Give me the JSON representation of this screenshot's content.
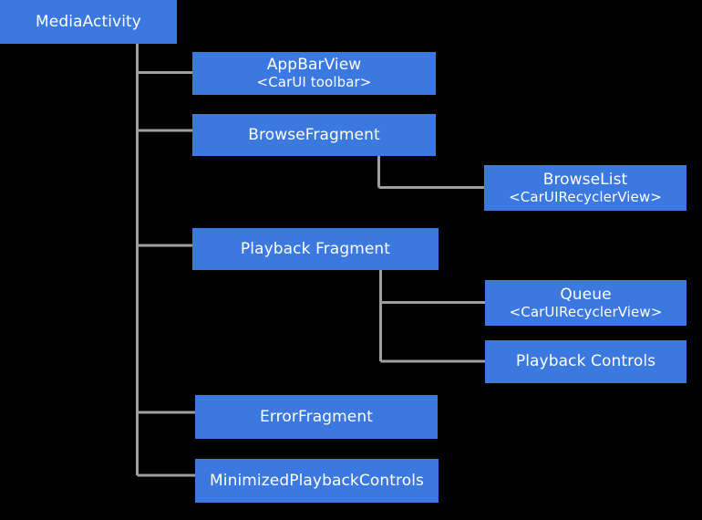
{
  "diagram": {
    "type": "hierarchy-tree",
    "background_color": "#000000",
    "node_fill_color": "#3b78e0",
    "node_text_color": "#ffffff",
    "connector_color": "#9e9e9e",
    "nodes": {
      "media_activity": {
        "title": "MediaActivity",
        "subtitle": ""
      },
      "app_bar_view": {
        "title": "AppBarView",
        "subtitle": "<CarUI toolbar>"
      },
      "browse_fragment": {
        "title": "BrowseFragment",
        "subtitle": ""
      },
      "browse_list": {
        "title": "BrowseList",
        "subtitle": "<CarUIRecyclerView>"
      },
      "playback_fragment": {
        "title": "Playback Fragment",
        "subtitle": ""
      },
      "queue": {
        "title": "Queue",
        "subtitle": "<CarUIRecyclerView>"
      },
      "playback_controls": {
        "title": "Playback Controls",
        "subtitle": ""
      },
      "error_fragment": {
        "title": "ErrorFragment",
        "subtitle": ""
      },
      "minimized_playback_controls": {
        "title": "MinimizedPlaybackControls",
        "subtitle": ""
      }
    },
    "edges": [
      {
        "from": "media_activity",
        "to": "app_bar_view"
      },
      {
        "from": "media_activity",
        "to": "browse_fragment"
      },
      {
        "from": "media_activity",
        "to": "playback_fragment"
      },
      {
        "from": "media_activity",
        "to": "error_fragment"
      },
      {
        "from": "media_activity",
        "to": "minimized_playback_controls"
      },
      {
        "from": "browse_fragment",
        "to": "browse_list"
      },
      {
        "from": "playback_fragment",
        "to": "queue"
      },
      {
        "from": "playback_fragment",
        "to": "playback_controls"
      }
    ]
  }
}
